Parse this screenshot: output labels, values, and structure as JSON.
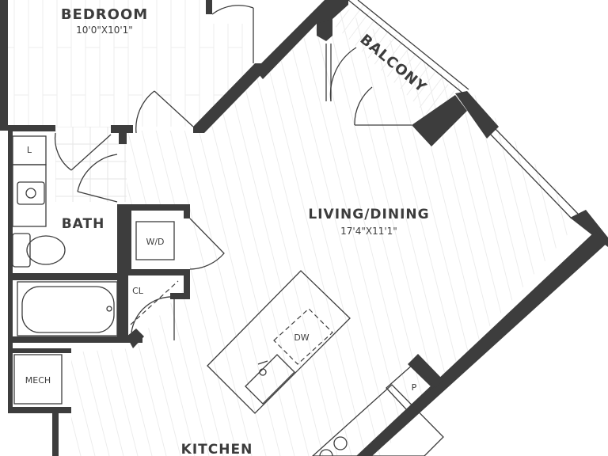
{
  "rooms": {
    "bedroom": {
      "name": "BEDROOM",
      "dims": "10'0\"X10'1\""
    },
    "balcony": {
      "name": "BALCONY"
    },
    "living": {
      "name": "LIVING/DINING",
      "dims": "17'4\"X11'1\""
    },
    "bath": {
      "name": "BATH"
    },
    "kitchen": {
      "name": "KITCHEN"
    }
  },
  "fixtures": {
    "linen": "L",
    "washer_dryer": "W/D",
    "closet": "CL",
    "dishwasher": "DW",
    "mech": "MECH",
    "pantry": "P"
  },
  "colors": {
    "wall": "#3d3d3d",
    "text": "#3c3c3c",
    "floor_lines": "#ececec",
    "background": "#ffffff"
  }
}
